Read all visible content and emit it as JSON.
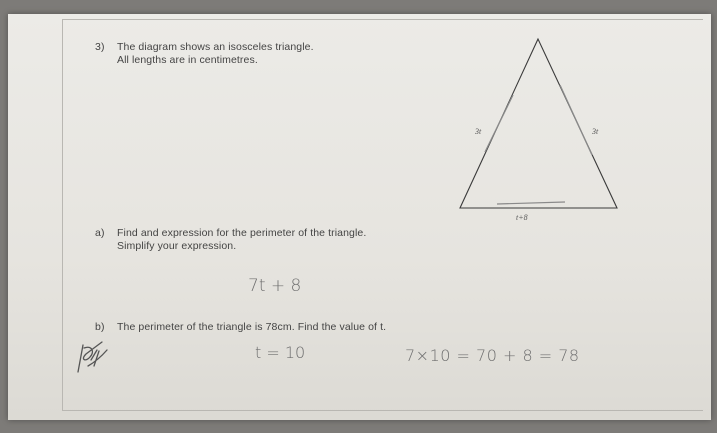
{
  "question": {
    "number": "3)",
    "line1": "The diagram shows an isosceles triangle.",
    "line2": "All lengths are in centimetres."
  },
  "triangle": {
    "left_side": "3t",
    "right_side": "3t",
    "base": "t+8"
  },
  "part_a": {
    "label": "a)",
    "line1": "Find and expression for the perimeter of the triangle.",
    "line2": "Simplify your expression.",
    "answer": "7t + 8"
  },
  "part_b": {
    "label": "b)",
    "line1": "The perimeter of the triangle is 78cm. Find the value of t.",
    "answer": "t = 10",
    "working": "7×10 = 70 + 8 = 78"
  }
}
